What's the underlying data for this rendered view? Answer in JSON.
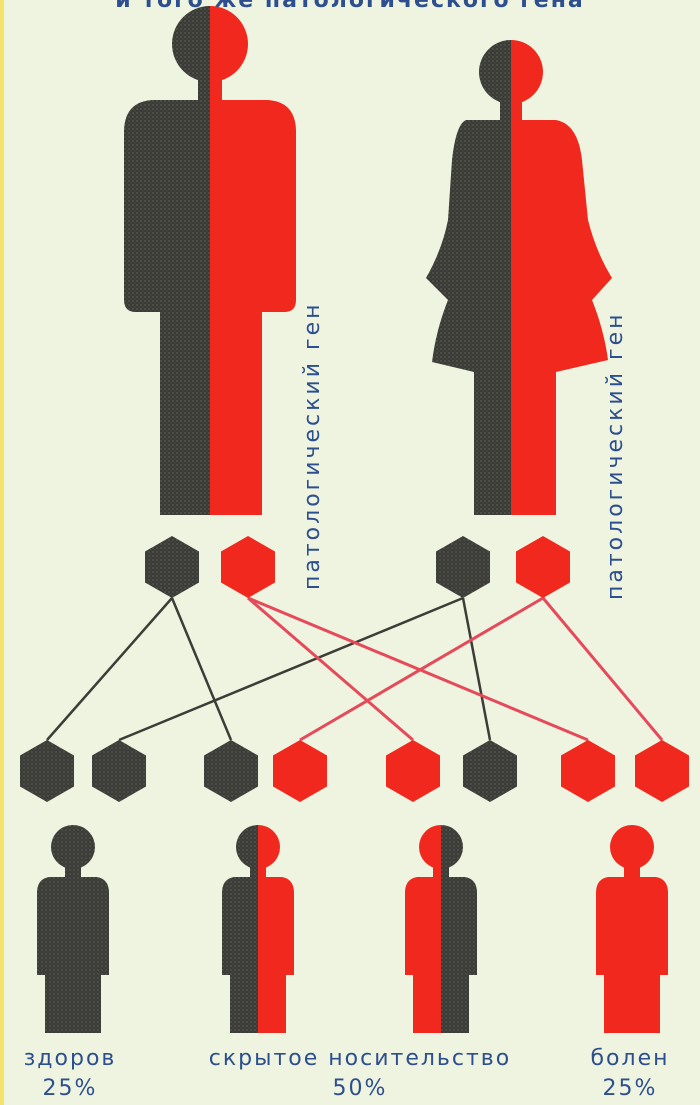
{
  "title": "и того же патологического гена",
  "colors": {
    "healthy": "#3a3a36",
    "pathological": "#f0281e",
    "link_healthy": "#3d3d38",
    "link_pathological": "#e64a5a",
    "text": "#2d4f8f"
  },
  "parents": {
    "father": {
      "label": "патологический ген",
      "icon": "male-figure-icon"
    },
    "mother": {
      "label": "патологический ген",
      "icon": "female-figure-icon"
    }
  },
  "outcomes": [
    {
      "name": "здоров",
      "percent": "25%"
    },
    {
      "name": "скрытое носительство",
      "percent": "50%"
    },
    {
      "name": "болен",
      "percent": "25%"
    }
  ]
}
